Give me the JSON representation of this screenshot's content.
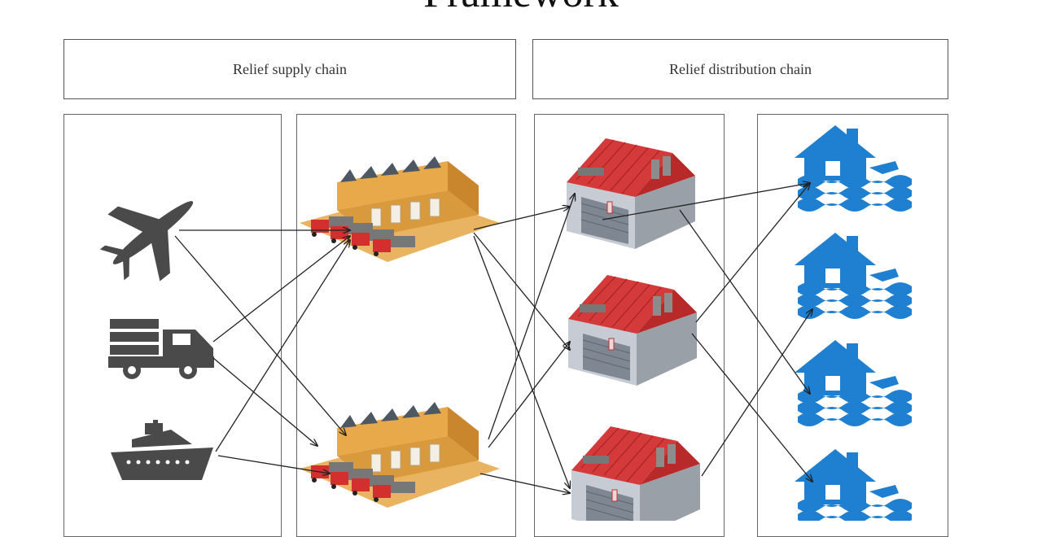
{
  "title": "Framework",
  "headers": {
    "supply": "Relief supply chain",
    "distribution": "Relief distribution chain"
  },
  "columns": [
    {
      "name": "transport-modes",
      "icons": [
        "airplane-icon",
        "truck-icon",
        "ship-icon"
      ]
    },
    {
      "name": "central-warehouses",
      "icons": [
        "warehouse-icon",
        "warehouse-icon"
      ]
    },
    {
      "name": "distribution-centers",
      "icons": [
        "depot-icon",
        "depot-icon",
        "depot-icon"
      ]
    },
    {
      "name": "affected-areas",
      "icons": [
        "flooded-house-icon",
        "flooded-house-icon",
        "flooded-house-icon",
        "flooded-house-icon"
      ]
    }
  ],
  "colors": {
    "flood_blue": "#1f7fd1",
    "roof_red": "#d7393a",
    "warehouse_wall": "#e8b04a",
    "dark_icon": "#4a4a4a",
    "arrow": "#222222"
  }
}
